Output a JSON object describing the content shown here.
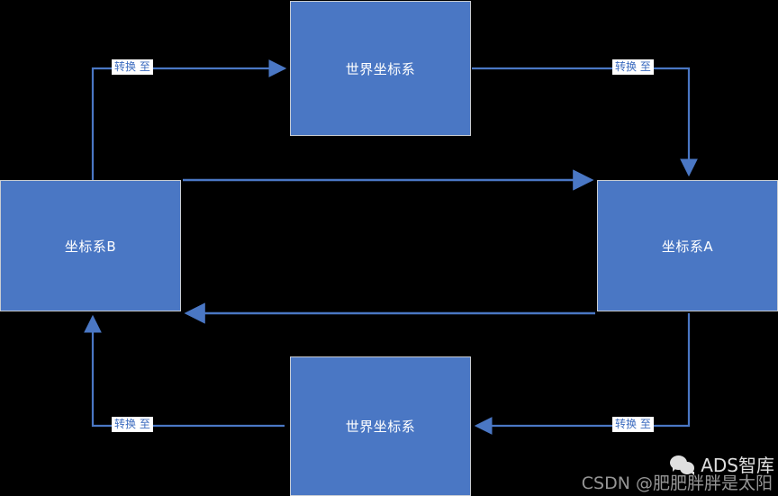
{
  "diagram": {
    "type": "flow-diagram",
    "background_color": "#000000",
    "node_fill_color": "#4a77c4",
    "node_border_color": "#c9cdd2",
    "edge_color": "#4a77c4",
    "label_text_color": "#3b6bbf",
    "nodes": [
      {
        "id": "world-top",
        "label": "世界坐标系"
      },
      {
        "id": "frame-b",
        "label": "坐标系B"
      },
      {
        "id": "frame-a",
        "label": "坐标系A"
      },
      {
        "id": "world-bottom",
        "label": "世界坐标系"
      }
    ],
    "edges": [
      {
        "id": "b-to-world-top",
        "from": "frame-b",
        "to": "world-top",
        "label": "转换 至"
      },
      {
        "id": "world-top-to-a",
        "from": "world-top",
        "to": "frame-a",
        "label": "转换 至"
      },
      {
        "id": "b-to-a-direct",
        "from": "frame-b",
        "to": "frame-a",
        "label": ""
      },
      {
        "id": "a-to-b-direct",
        "from": "frame-a",
        "to": "frame-b",
        "label": ""
      },
      {
        "id": "a-to-world-bottom",
        "from": "frame-a",
        "to": "world-bottom",
        "label": "转换 至"
      },
      {
        "id": "world-bottom-to-b",
        "from": "world-bottom",
        "to": "frame-b",
        "label": "转换 至"
      }
    ]
  },
  "watermark": {
    "brand": "ADS智库",
    "credit": "CSDN @肥肥胖胖是太阳",
    "icon": "wechat-icon"
  }
}
